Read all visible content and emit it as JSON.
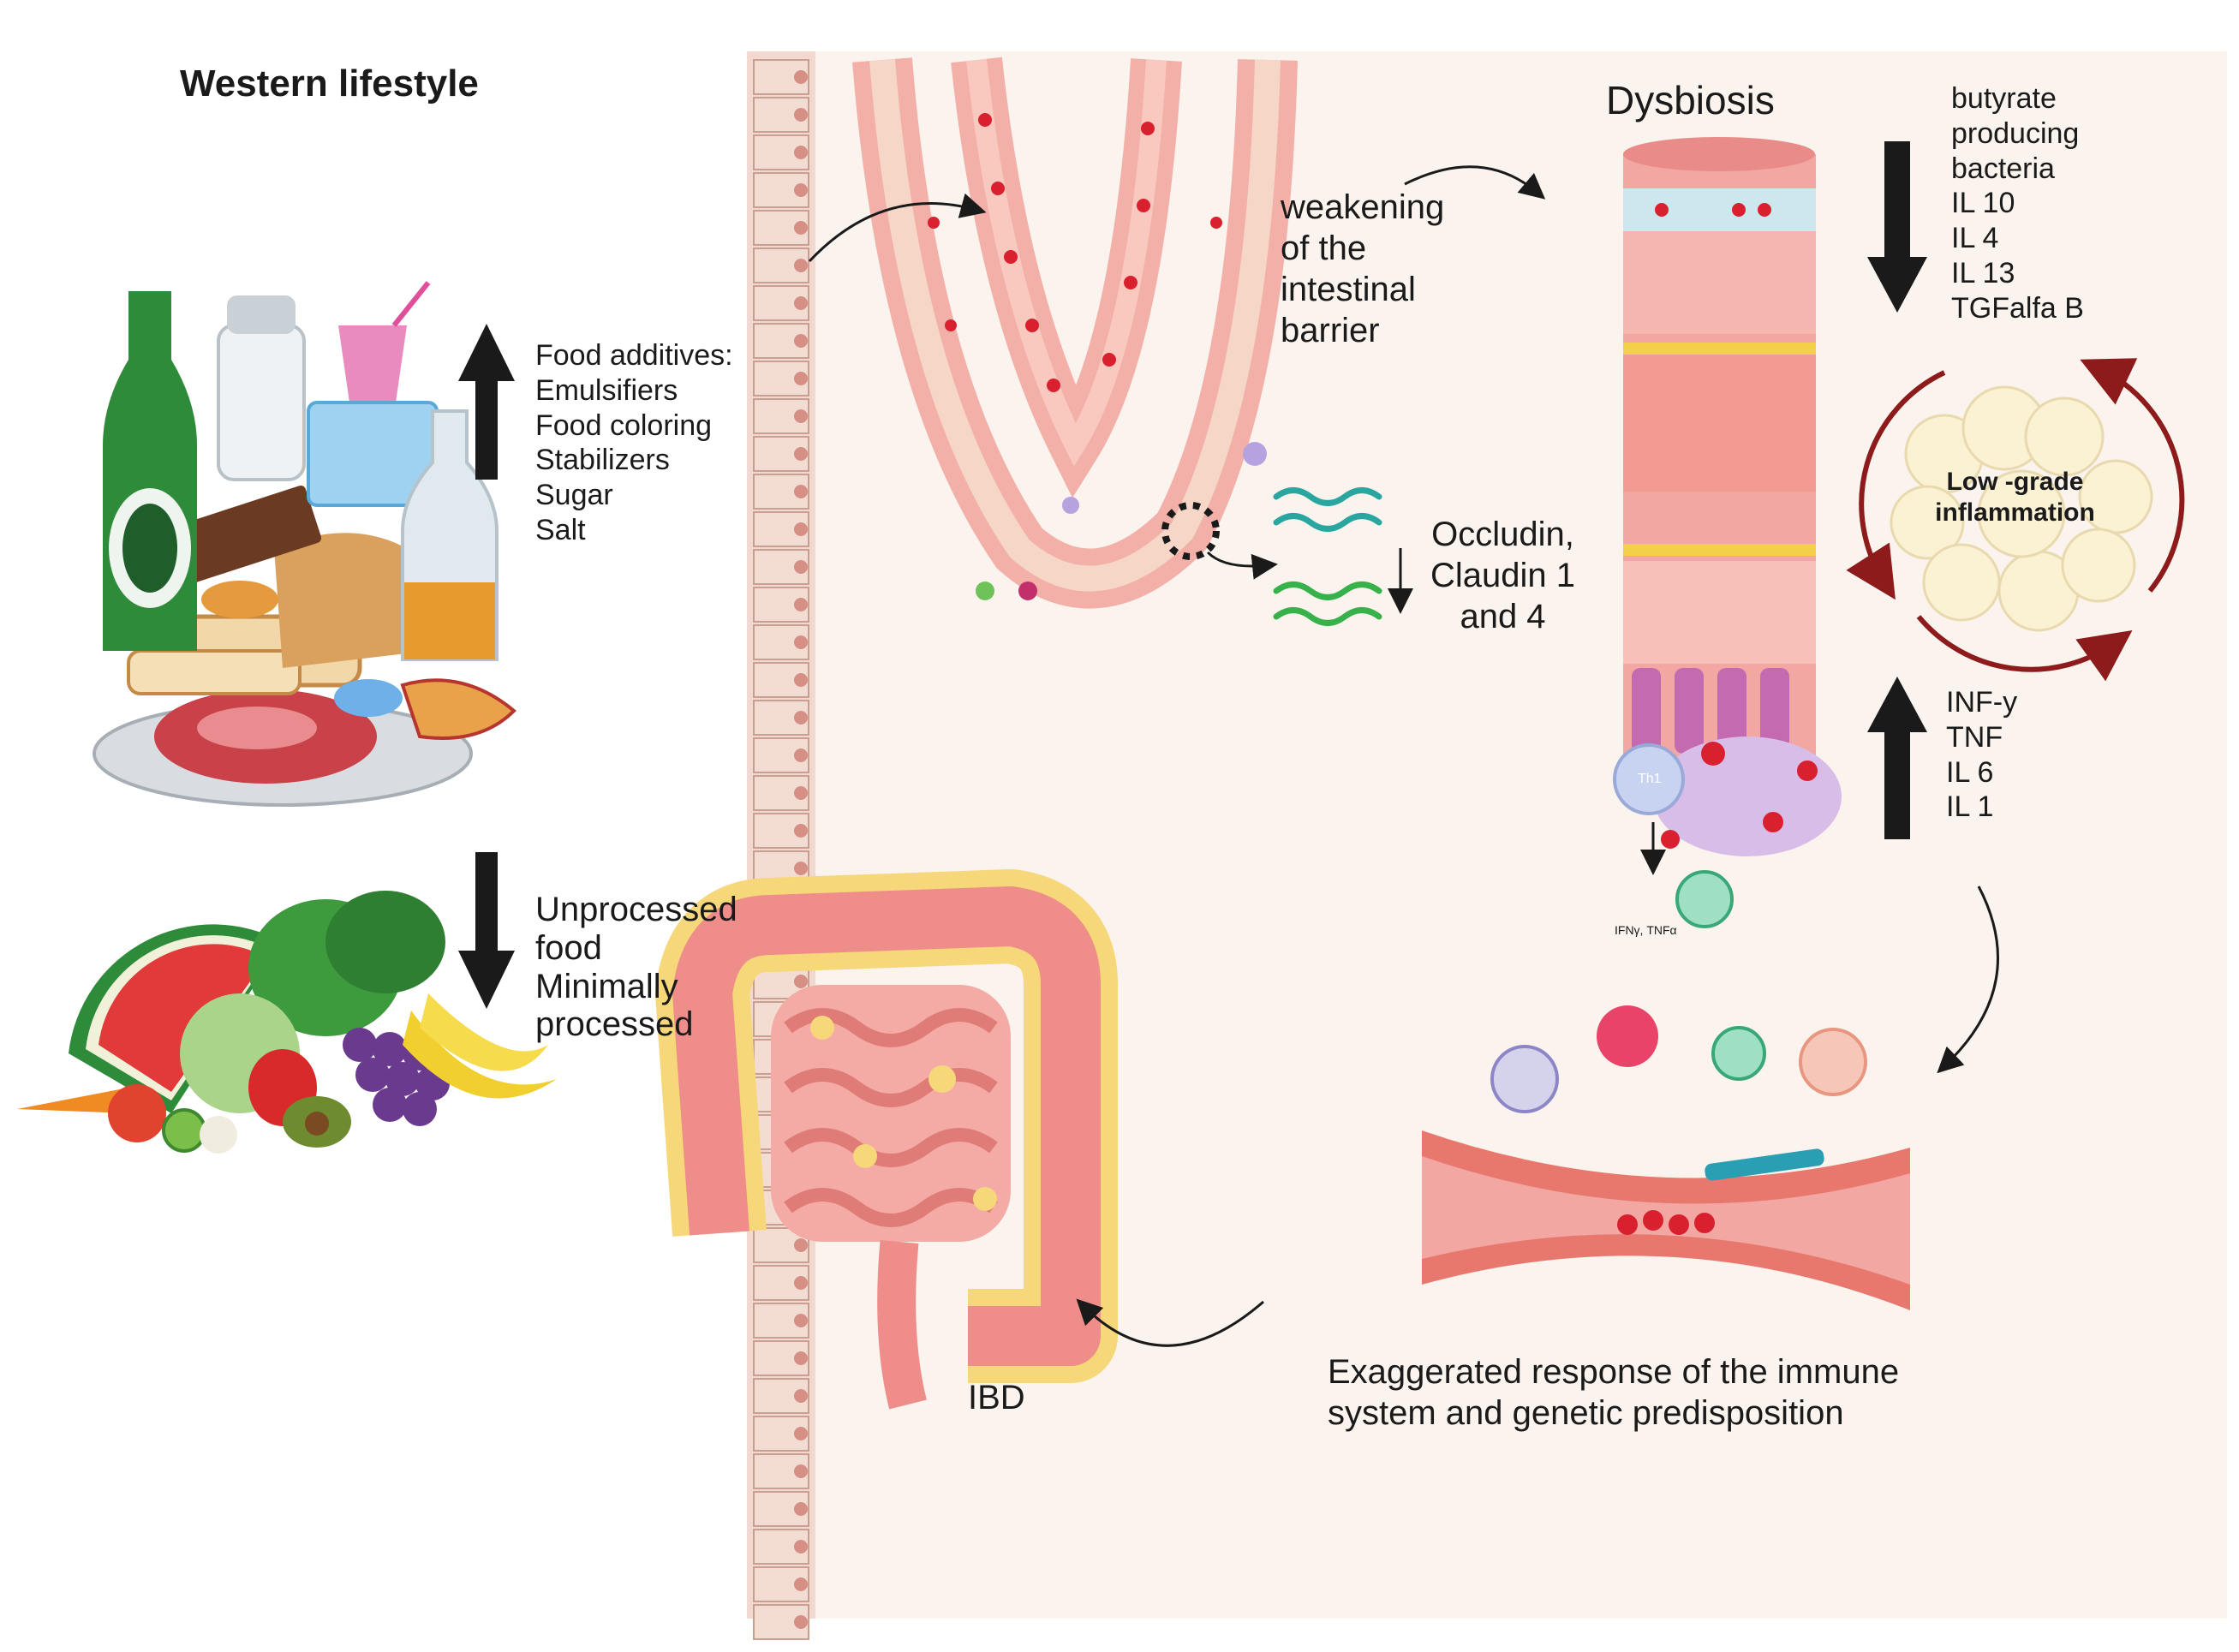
{
  "title": "Western lifestyle",
  "food_additives_list": "Food additives:\nEmulsifiers\nFood coloring\nStabilizers\nSugar\nSalt",
  "unprocessed_list": "Unprocessed\nfood\nMinimally\nprocessed",
  "barrier_label": "weakening\nof the\nintestinal\nbarrier",
  "tight_junction_label": "Occludin,\nClaudin 1\nand 4",
  "dysbiosis_label": "Dysbiosis",
  "decreased_list": "butyrate\nproducing\nbacteria\nIL 10\nIL  4\nIL 13\nTGFalfa B",
  "inflammation_label": "Low -grade\ninflammation",
  "increased_list": "INF-y\nTNF\nIL 6\nIL 1",
  "cytokine_small_label": "IFNγ, TNFα",
  "cell_th1_label": "Th1",
  "immune_response_label": "Exaggerated response of the immune\nsystem and genetic predisposition",
  "ibd_label": "IBD",
  "colors": {
    "panel": "#fbf3ee",
    "tissue": "#f0a7a0",
    "blood": "#d8202f",
    "arrow": "#1a1a1a",
    "cycle": "#8e1b1b",
    "fat": "#f6d77a"
  }
}
